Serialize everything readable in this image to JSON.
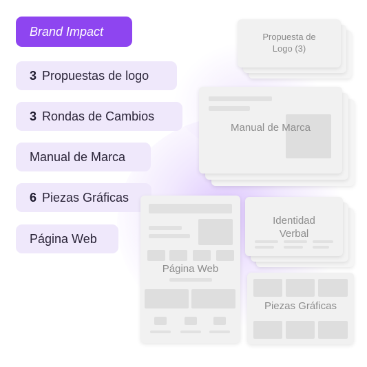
{
  "header": {
    "label": "Brand Impact"
  },
  "deliverables": [
    {
      "num": "3",
      "label": "Propuestas de logo"
    },
    {
      "num": "3",
      "label": "Rondas de Cambios"
    },
    {
      "num": "",
      "label": "Manual de Marca"
    },
    {
      "num": "6",
      "label": "Piezas Gráficas"
    },
    {
      "num": "",
      "label": "Página Web"
    }
  ],
  "mockups": {
    "logo": {
      "line1": "Propuesta de",
      "line2": "Logo (3)"
    },
    "manual": "Manual de Marca",
    "web": "Página Web",
    "verbal": {
      "line1": "Identidad",
      "line2": "Verbal"
    },
    "piezas": "Piezas Gráficas"
  },
  "colors": {
    "accent": "#8e45f0",
    "pill_bg": "#efe8fb",
    "card_bg": "#f1f1f1",
    "card_label": "#8c8c8c"
  }
}
